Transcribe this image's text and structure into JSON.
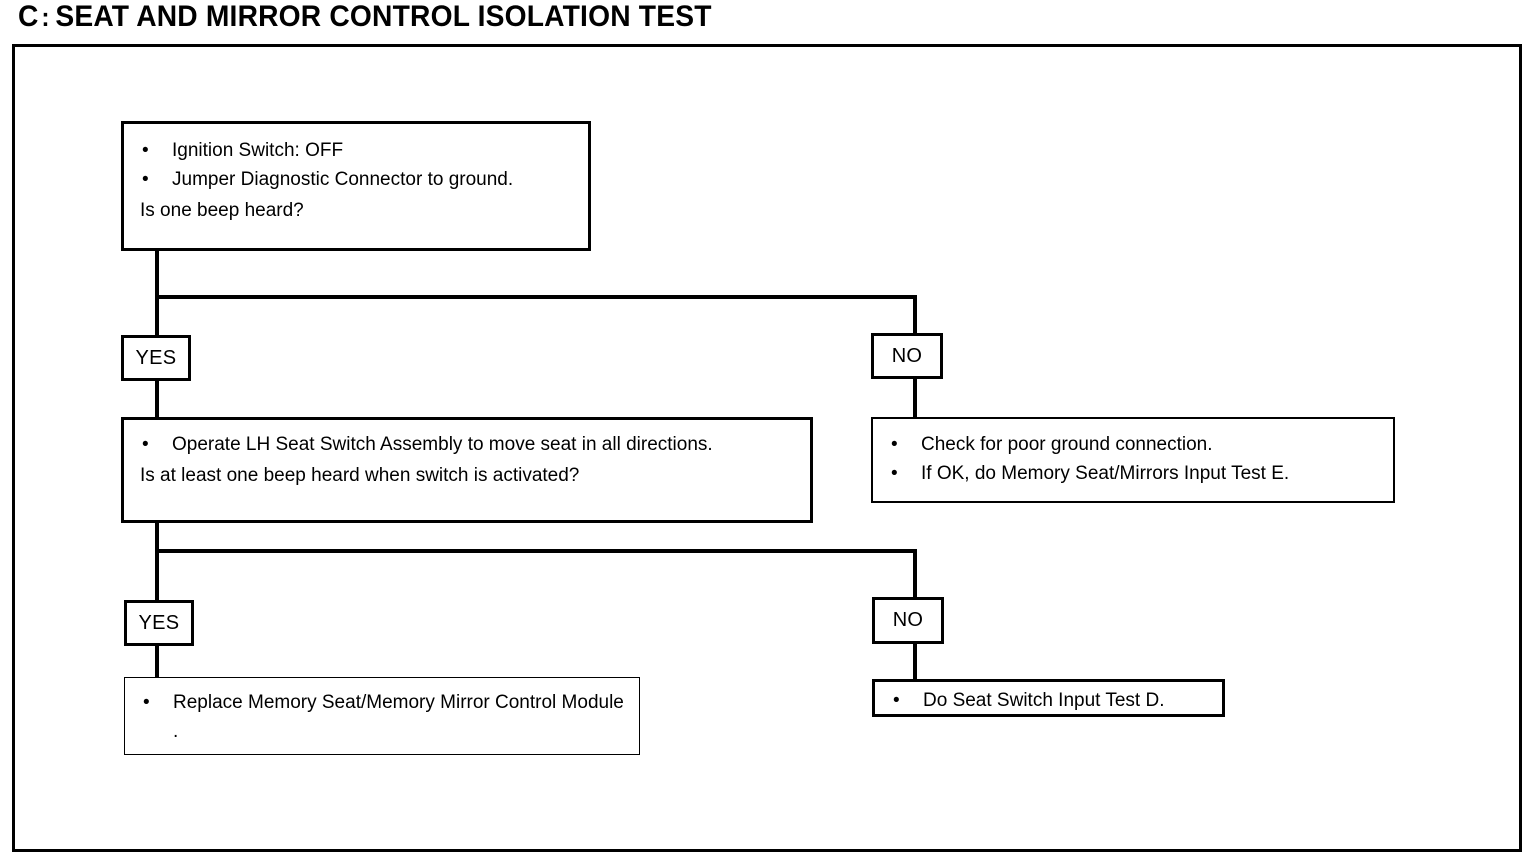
{
  "title": {
    "letter": "C",
    "separator": ":",
    "text": "SEAT AND MIRROR CONTROL ISOLATION TEST",
    "full": "C: SEAT AND MIRROR CONTROL ISOLATION TEST"
  },
  "colors": {
    "ink": "#000000",
    "paper": "#ffffff"
  },
  "bullet_glyph": "•",
  "flow": {
    "step1": {
      "bullets": [
        "Ignition Switch:  OFF",
        "Jumper Diagnostic Connector to ground."
      ],
      "question": "Is one beep heard?"
    },
    "branch1": {
      "yes_label": "YES",
      "no_label": "NO"
    },
    "step2": {
      "bullets": [
        "Operate LH Seat Switch Assembly to move seat in all directions."
      ],
      "question": "Is at least one beep heard when switch is activated?"
    },
    "step1_no_result": {
      "bullets": [
        "Check for poor ground connection.",
        "If OK, do Memory Seat/Mirrors Input Test E."
      ]
    },
    "branch2": {
      "yes_label": "YES",
      "no_label": "NO"
    },
    "step2_yes_result": {
      "bullets": [
        "Replace Memory Seat/Memory Mirror Control Module ."
      ]
    },
    "step2_no_result": {
      "bullets": [
        "Do Seat Switch Input Test D."
      ]
    }
  }
}
